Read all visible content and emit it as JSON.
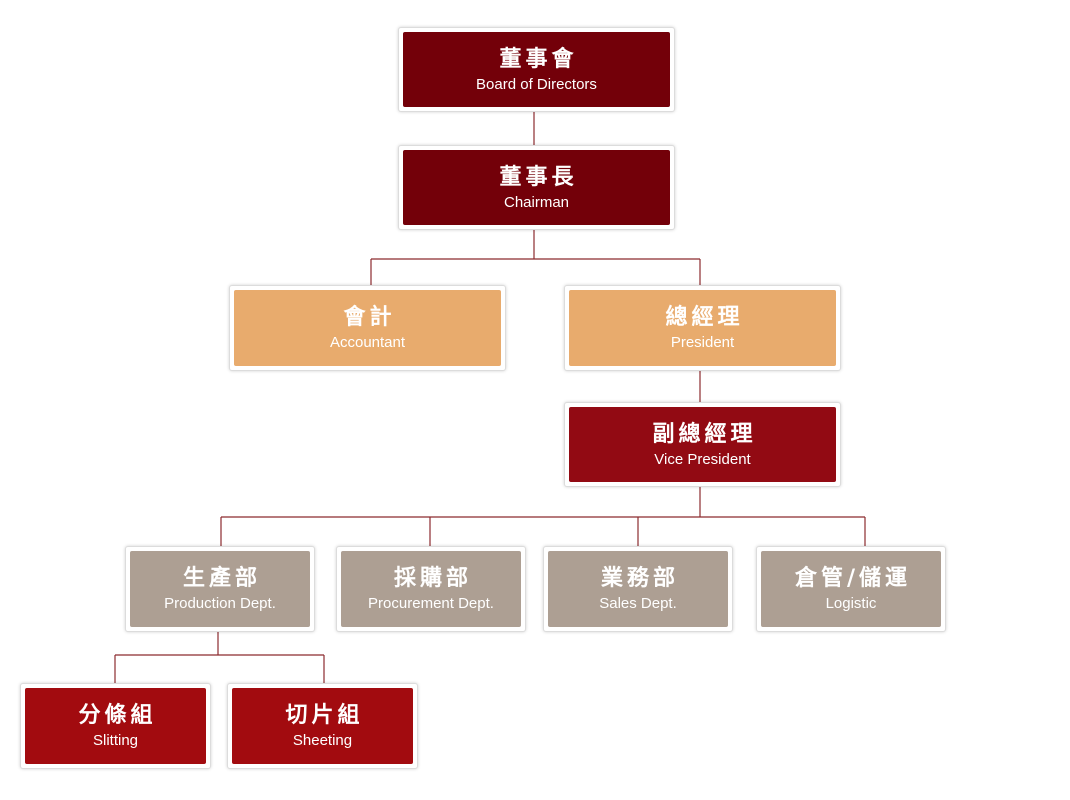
{
  "colors": {
    "connector": "#8c2a2e",
    "board": "#730009",
    "staff": "#e8ab6d",
    "vice": "#920a13",
    "department": "#ad9f93",
    "group": "#a20b0f"
  },
  "nodes": {
    "board": {
      "zh": "董事會",
      "en": "Board of Directors"
    },
    "chairman": {
      "zh": "董事長",
      "en": "Chairman"
    },
    "accountant": {
      "zh": "會計",
      "en": "Accountant"
    },
    "president": {
      "zh": "總經理",
      "en": "President"
    },
    "vice_president": {
      "zh": "副總經理",
      "en": "Vice President"
    },
    "production": {
      "zh": "生產部",
      "en": "Production Dept."
    },
    "procurement": {
      "zh": "採購部",
      "en": "Procurement Dept."
    },
    "sales": {
      "zh": "業務部",
      "en": "Sales Dept."
    },
    "logistic": {
      "zh": "倉管/儲運",
      "en": "Logistic"
    },
    "slitting": {
      "zh": "分條組",
      "en": "Slitting"
    },
    "sheeting": {
      "zh": "切片組",
      "en": "Sheeting"
    }
  }
}
